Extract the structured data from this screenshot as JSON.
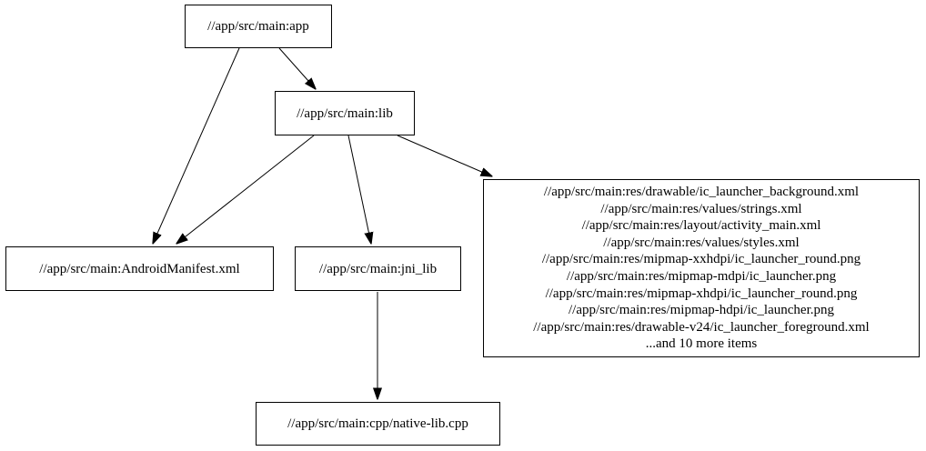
{
  "diagram": {
    "type": "dependency-graph",
    "background_color": "#ffffff",
    "node_border_color": "#000000",
    "text_color": "#000000",
    "nodes": {
      "app": {
        "label": "//app/src/main:app"
      },
      "lib": {
        "label": "//app/src/main:lib"
      },
      "manifest": {
        "label": "//app/src/main:AndroidManifest.xml"
      },
      "jni_lib": {
        "label": "//app/src/main:jni_lib"
      },
      "resources": {
        "lines": [
          "//app/src/main:res/drawable/ic_launcher_background.xml",
          "//app/src/main:res/values/strings.xml",
          "//app/src/main:res/layout/activity_main.xml",
          "//app/src/main:res/values/styles.xml",
          "//app/src/main:res/mipmap-xxhdpi/ic_launcher_round.png",
          "//app/src/main:res/mipmap-mdpi/ic_launcher.png",
          "//app/src/main:res/mipmap-xhdpi/ic_launcher_round.png",
          "//app/src/main:res/mipmap-hdpi/ic_launcher.png",
          "//app/src/main:res/drawable-v24/ic_launcher_foreground.xml",
          "...and 10 more items"
        ]
      },
      "native_lib": {
        "label": "//app/src/main:cpp/native-lib.cpp"
      }
    },
    "edges": [
      {
        "from": "app",
        "to": "lib"
      },
      {
        "from": "app",
        "to": "manifest"
      },
      {
        "from": "lib",
        "to": "manifest"
      },
      {
        "from": "lib",
        "to": "jni_lib"
      },
      {
        "from": "lib",
        "to": "resources"
      },
      {
        "from": "jni_lib",
        "to": "native_lib"
      }
    ]
  }
}
